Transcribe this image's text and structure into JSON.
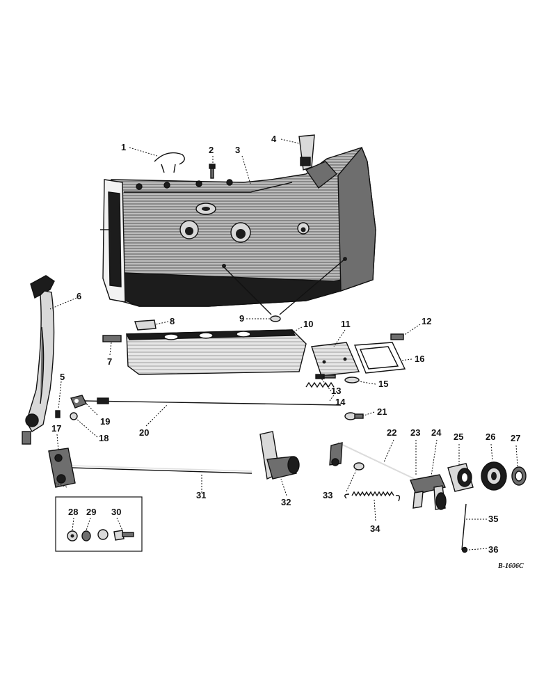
{
  "drawing_code": "B-1606C",
  "callouts": {
    "c1": "1",
    "c2": "2",
    "c3": "3",
    "c4": "4",
    "c5": "5",
    "c6": "6",
    "c7": "7",
    "c8": "8",
    "c9": "9",
    "c10": "10",
    "c11": "11",
    "c12": "12",
    "c13": "13",
    "c14": "14",
    "c15": "15",
    "c16": "16",
    "c17": "17",
    "c18": "18",
    "c19": "19",
    "c20": "20",
    "c21": "21",
    "c22": "22",
    "c23": "23",
    "c24": "24",
    "c25": "25",
    "c26": "26",
    "c27": "27",
    "c28": "28",
    "c29": "29",
    "c30": "30",
    "c31": "31",
    "c32": "32",
    "c33": "33",
    "c34": "34",
    "c35": "35",
    "c36": "36"
  },
  "colors": {
    "ink": "#111111",
    "shadow": "#1c1c1c",
    "halftone": "#6e6e6e",
    "highlight": "#d9d9d9",
    "paper": "#ffffff"
  }
}
